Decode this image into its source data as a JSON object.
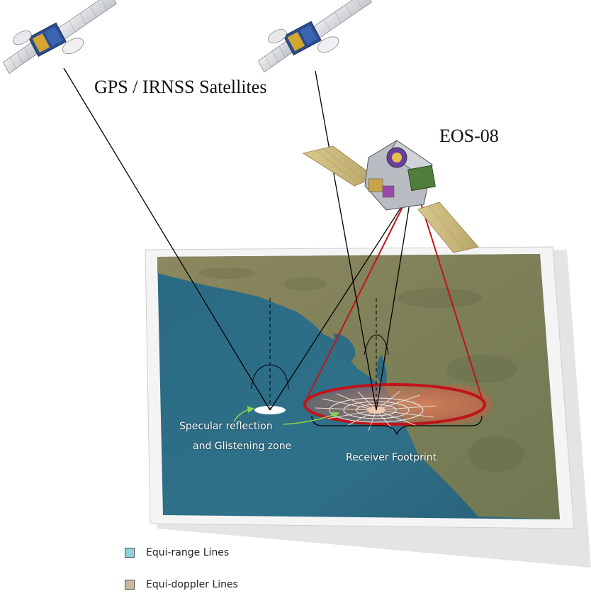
{
  "labels": {
    "satellites": "GPS / IRNSS Satellites",
    "eos": "EOS-08",
    "specular_line1": "Specular reflection",
    "specular_line2": "and Glistening zone",
    "receiver": "Receiver Footprint"
  },
  "legend": [
    {
      "label": "Equi-range Lines",
      "color": "#8ecfe0"
    },
    {
      "label": "Equi-doppler Lines",
      "color": "#c9b998"
    }
  ],
  "colors": {
    "ocean": "#2f6f86",
    "land": "#8a8660",
    "footprint_ring": "#c0141b",
    "footprint_fill": "#e07a5f",
    "pointer_arrow": "#8dd24a",
    "signal_line": "#000000"
  },
  "icons": {
    "gps_satellite": "satellite-icon",
    "eos_satellite": "eos08-satellite-icon"
  }
}
